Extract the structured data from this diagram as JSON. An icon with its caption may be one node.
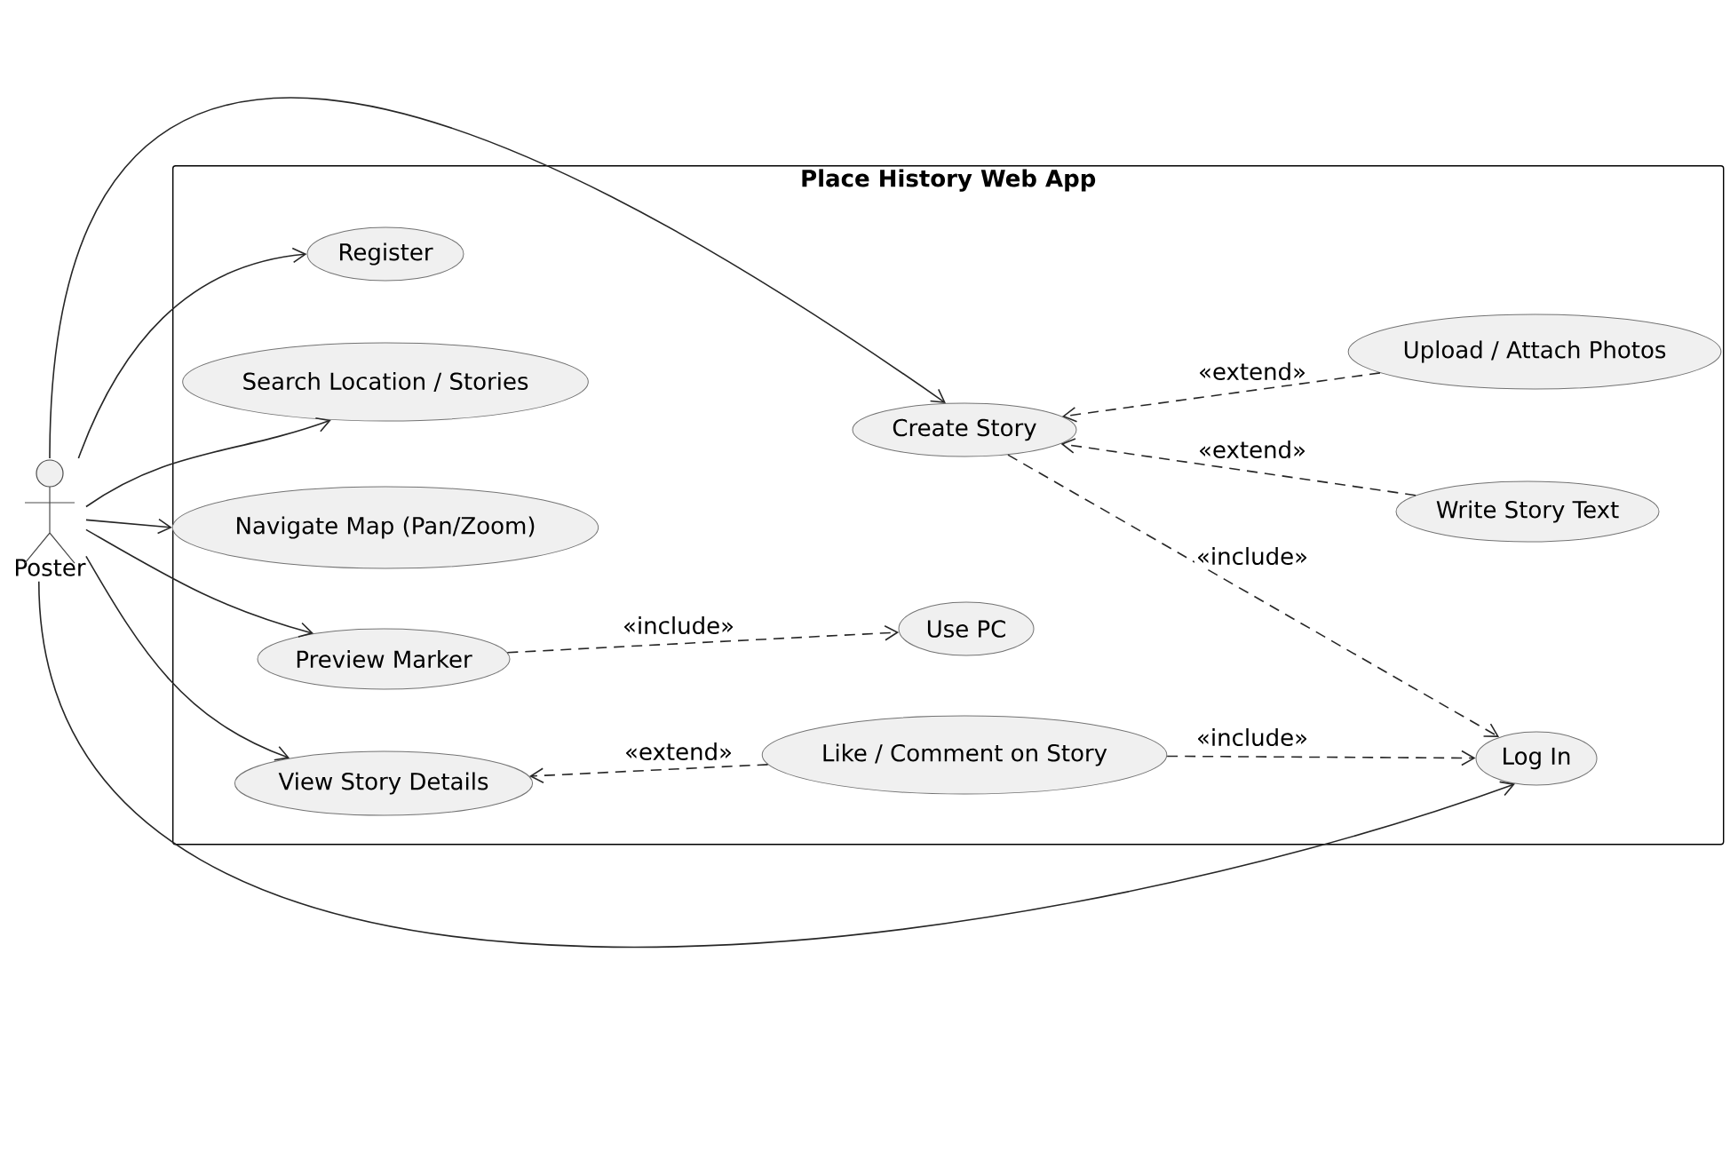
{
  "diagram": {
    "nodes": [
      {
        "text": [
          "Place History Web App"
        ]
      },
      {
        "text": [
          "Poster"
        ]
      },
      {
        "text": [
          "Register"
        ],
        "in": 0
      },
      {
        "text": [
          "Search Location / Stories"
        ],
        "in": 0
      },
      {
        "text": [
          "Navigate Map (Pan/Zoom)"
        ],
        "in": 0
      },
      {
        "text": [
          "Preview Marker"
        ],
        "in": 0
      },
      {
        "text": [
          "View Story Details"
        ],
        "in": 0
      },
      {
        "text": [
          "Create Story"
        ],
        "in": 0
      },
      {
        "text": [
          "Use PC"
        ],
        "in": 0
      },
      {
        "text": [
          "Like / Comment on Story"
        ],
        "in": 0
      },
      {
        "text": [
          "Upload / Attach Photos"
        ],
        "in": 0
      },
      {
        "text": [
          "Write Story Text"
        ],
        "in": 0
      },
      {
        "text": [
          "Log In"
        ],
        "in": 0
      }
    ],
    "edges": [
      {
        "from": 1,
        "to": 7,
        "arrow": "to"
      },
      {
        "from": 1,
        "to": 2,
        "arrow": "to"
      },
      {
        "from": 1,
        "to": 3,
        "arrow": "to"
      },
      {
        "from": 1,
        "to": 4,
        "arrow": "to"
      },
      {
        "from": 1,
        "to": 5,
        "arrow": "to"
      },
      {
        "from": 1,
        "to": 6,
        "arrow": "to"
      },
      {
        "from": 1,
        "to": 12,
        "arrow": "to"
      },
      {
        "from": 10,
        "to": 7,
        "arrow": "to",
        "label": "«extend»",
        "style": "dashed"
      },
      {
        "from": 11,
        "to": 7,
        "arrow": "to",
        "label": "«extend»",
        "style": "dashed"
      },
      {
        "from": 7,
        "to": 12,
        "arrow": "to",
        "label": "«include»",
        "style": "dashed"
      },
      {
        "from": 5,
        "to": 8,
        "arrow": "to",
        "label": "«include»",
        "style": "dashed"
      },
      {
        "from": 9,
        "to": 6,
        "arrow": "to",
        "label": "«extend»",
        "style": "dashed"
      },
      {
        "from": 9,
        "to": 12,
        "arrow": "to",
        "label": "«include»",
        "style": "dashed"
      }
    ]
  }
}
